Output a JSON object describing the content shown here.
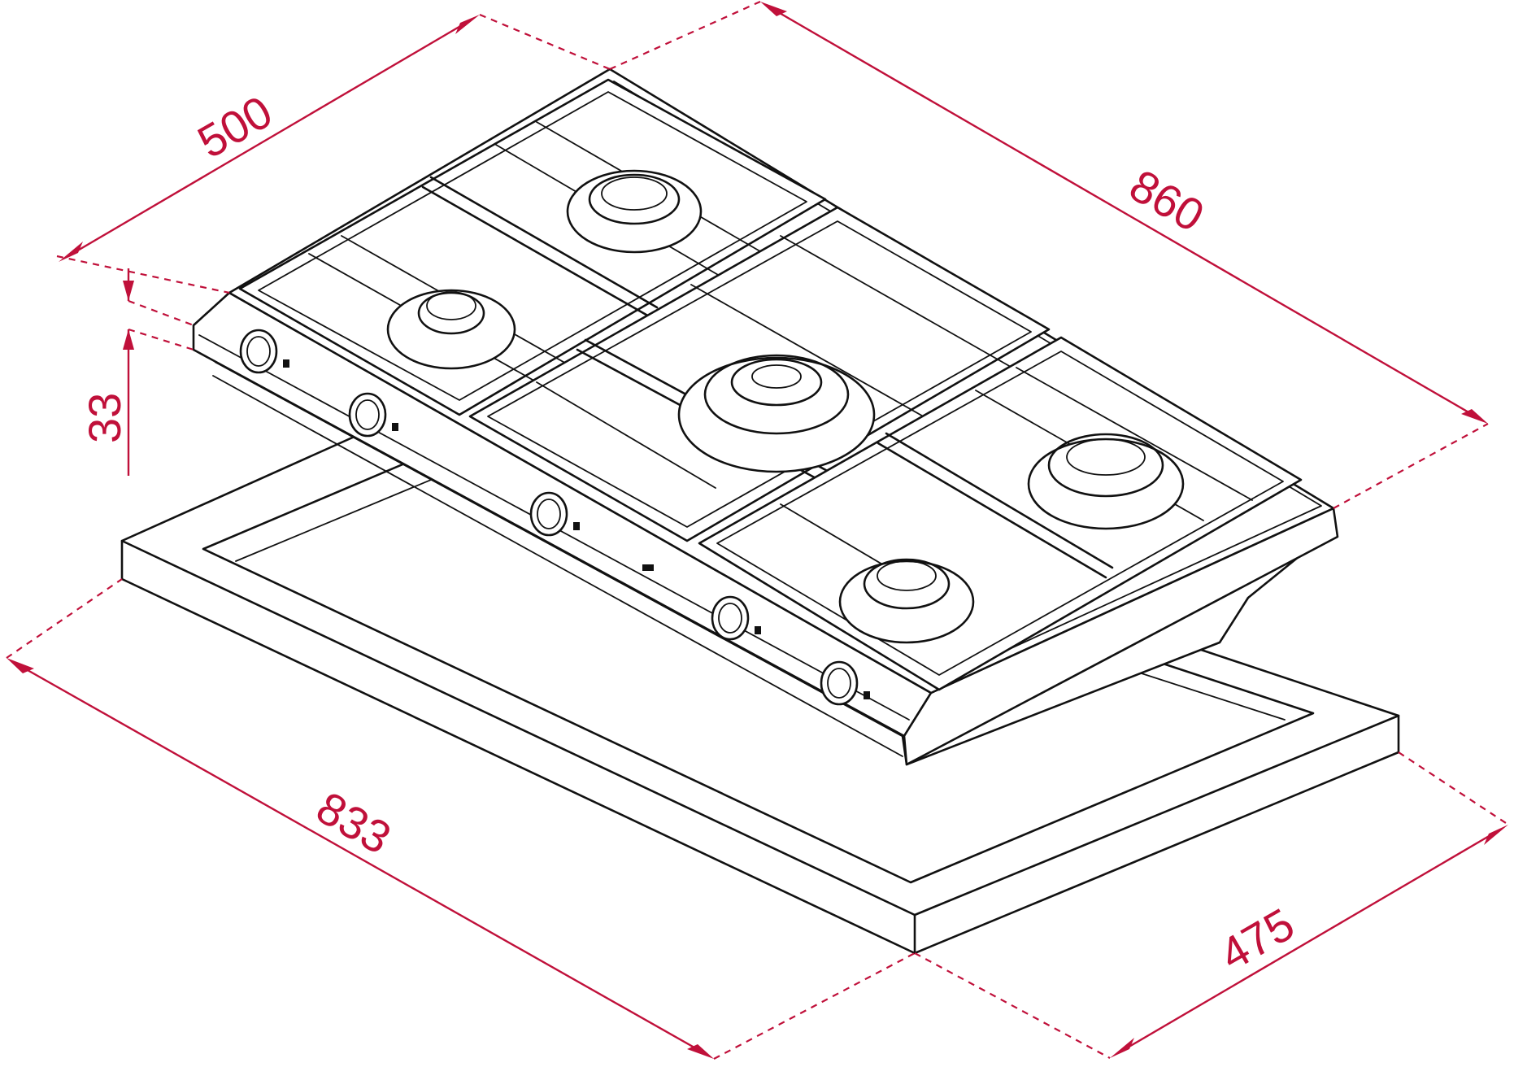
{
  "colors": {
    "dimension": "#c0103a",
    "outline": "#111111",
    "background": "#ffffff"
  },
  "dimensions": {
    "width_top": "860",
    "depth_top": "500",
    "height": "33",
    "cutout_width": "833",
    "cutout_depth": "475"
  }
}
